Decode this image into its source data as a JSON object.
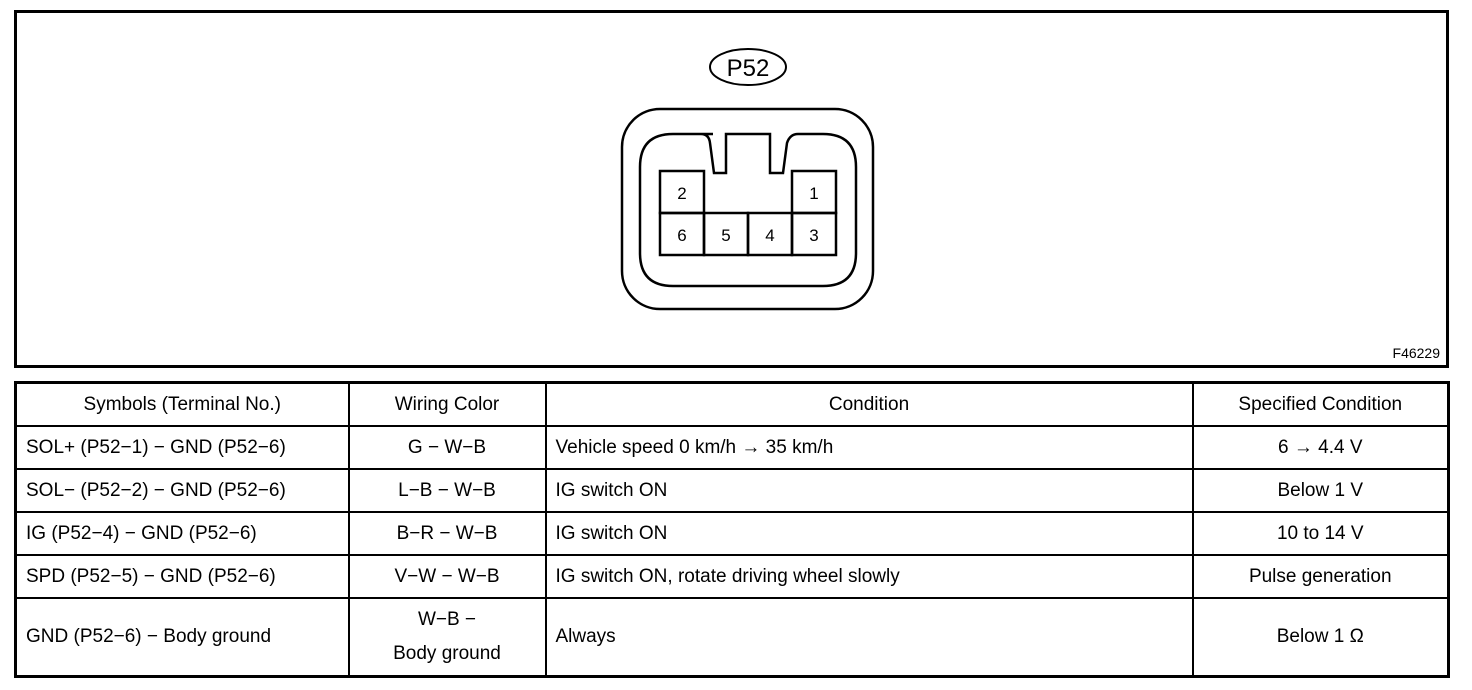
{
  "connector": {
    "label": "P52",
    "terminals": [
      "2",
      "1",
      "6",
      "5",
      "4",
      "3"
    ]
  },
  "figure_id": "F46229",
  "table": {
    "headers": [
      "Symbols (Terminal No.)",
      "Wiring Color",
      "Condition",
      "Specified Condition"
    ],
    "rows": [
      {
        "symbol": "SOL+ (P52−1) − GND (P52−6)",
        "wiring": "G − W−B",
        "condition": "Vehicle speed 0 km/h → 35 km/h",
        "spec": "6 → 4.4 V"
      },
      {
        "symbol": "SOL− (P52−2) − GND (P52−6)",
        "wiring": "L−B − W−B",
        "condition": "IG switch ON",
        "spec": "Below 1 V"
      },
      {
        "symbol": "IG (P52−4) − GND (P52−6)",
        "wiring": "B−R − W−B",
        "condition": "IG switch ON",
        "spec": "10 to 14 V"
      },
      {
        "symbol": "SPD (P52−5) − GND (P52−6)",
        "wiring": "V−W − W−B",
        "condition": "IG switch ON, rotate driving wheel slowly",
        "spec": "Pulse generation"
      },
      {
        "symbol": "GND (P52−6) − Body ground",
        "wiring_line1": "W−B −",
        "wiring_line2": "Body ground",
        "condition": "Always",
        "spec": "Below 1 Ω"
      }
    ]
  }
}
